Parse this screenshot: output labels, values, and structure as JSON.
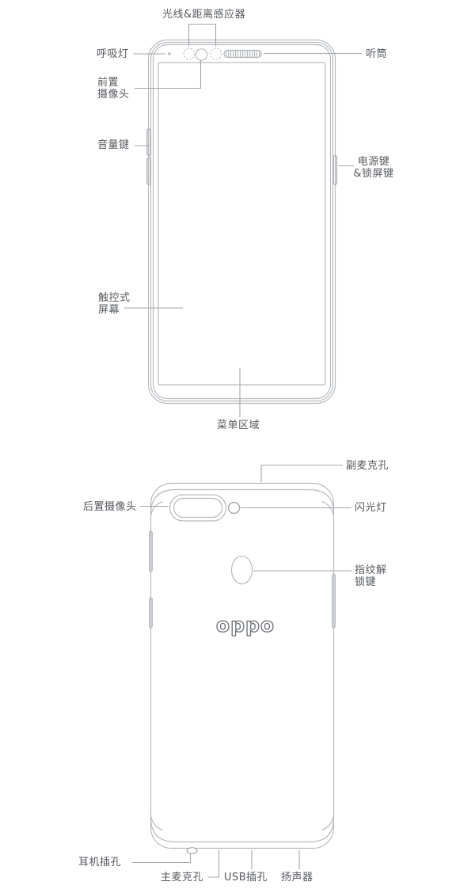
{
  "front_view": {
    "labels": {
      "light_distance_sensor": "光线&距离感应器",
      "breathing_light": "呼吸灯",
      "front_camera": "前置\n摄像头",
      "volume_key": "音量键",
      "earpiece": "听筒",
      "power_lock_key": "电源键\n&锁屏键",
      "touch_screen": "触控式\n屏幕",
      "menu_area": "菜单区域"
    }
  },
  "back_view": {
    "logo": "OPPO",
    "labels": {
      "secondary_mic": "副麦克孔",
      "rear_camera": "后置摄像头",
      "flash": "闪光灯",
      "fingerprint_key": "指纹解\n锁键",
      "headphone_jack": "耳机插孔",
      "main_mic": "主麦克孔",
      "usb_port": "USB插孔",
      "speaker": "扬声器"
    }
  },
  "colors": {
    "line": "#b7bbbf",
    "connector": "#a3a7ab",
    "text": "#55595e",
    "logo": "#6b6f74",
    "button_fill": "#c9ccd0"
  }
}
